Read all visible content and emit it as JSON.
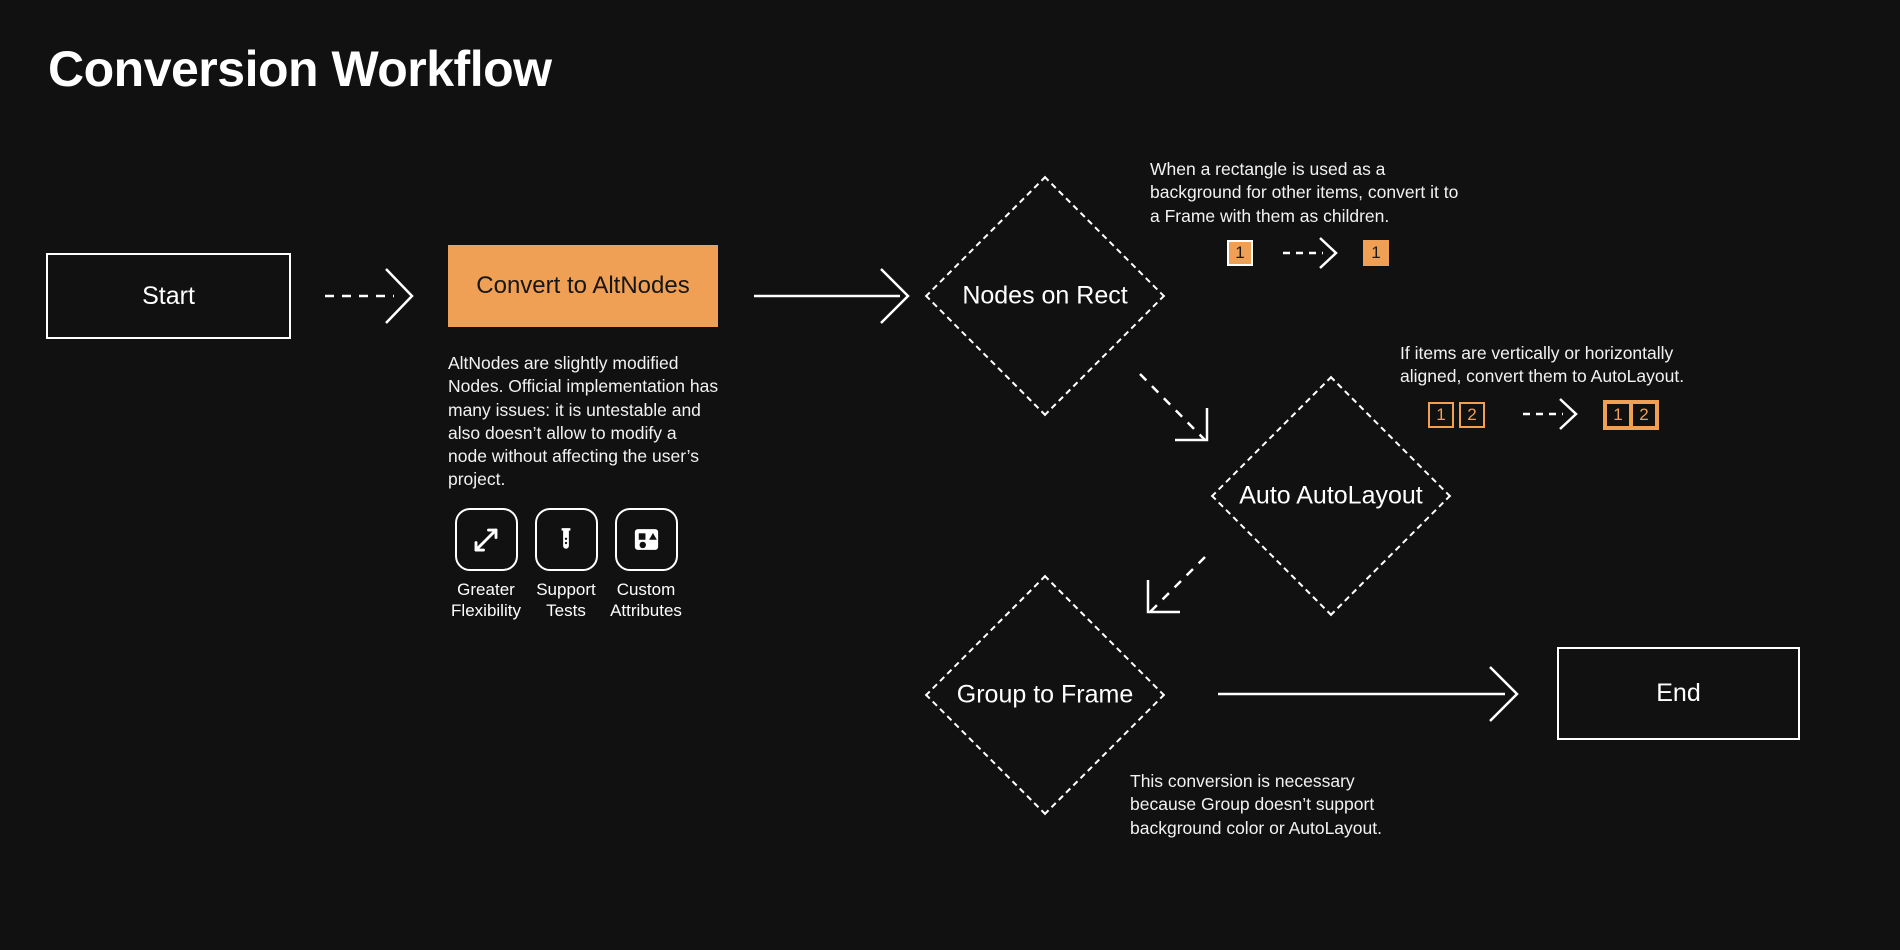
{
  "header": {
    "title": "Conversion Workflow"
  },
  "theme": {
    "background": "#111111",
    "accent": "#f0a055",
    "stroke": "#ffffff",
    "text": "#ffffff",
    "note_text": "#f2f2f2"
  },
  "nodes": {
    "start": {
      "label": "Start",
      "type": "terminal"
    },
    "convert": {
      "label": "Convert to AltNodes",
      "type": "process"
    },
    "nodes_on_rect": {
      "label": "Nodes on Rect",
      "type": "decision"
    },
    "auto_autolayout": {
      "label": "Auto AutoLayout",
      "type": "decision"
    },
    "group_to_frame": {
      "label": "Group to Frame",
      "type": "decision"
    },
    "end": {
      "label": "End",
      "type": "terminal"
    }
  },
  "notes": {
    "altnodes": "AltNodes are slightly modified Nodes. Official implementation has many issues: it is untestable and also doesn’t allow to modify a node without affecting the user’s project.",
    "nodes_on_rect": "When a rectangle is used as a background for other items, convert it to a Frame with them as children.",
    "auto_autolayout": "If items are vertically or horizontally aligned, convert them to AutoLayout.",
    "group_to_frame": "This conversion is necessary because Group doesn’t support background color or AutoLayout."
  },
  "badges": {
    "rect_before": [
      "1"
    ],
    "rect_after": [
      "1"
    ],
    "layout_before": [
      "1",
      "2"
    ],
    "layout_after": [
      "1",
      "2"
    ]
  },
  "features": [
    {
      "icon": "expand-arrows-icon",
      "line1": "Greater",
      "line2": "Flexibility"
    },
    {
      "icon": "test-tube-icon",
      "line1": "Support",
      "line2": "Tests"
    },
    {
      "icon": "shapes-icon",
      "line1": "Custom",
      "line2": "Attributes"
    }
  ],
  "connectors": [
    {
      "name": "start-to-convert",
      "style": "dashed"
    },
    {
      "name": "convert-to-nodes-on-rect",
      "style": "solid"
    },
    {
      "name": "nodes-on-rect-to-auto-autolayout",
      "style": "dashed"
    },
    {
      "name": "auto-autolayout-to-group-to-frame",
      "style": "dashed"
    },
    {
      "name": "group-to-frame-to-end",
      "style": "solid"
    },
    {
      "name": "rect-badge-arrow",
      "style": "dashed"
    },
    {
      "name": "layout-badge-arrow",
      "style": "dashed"
    }
  ]
}
